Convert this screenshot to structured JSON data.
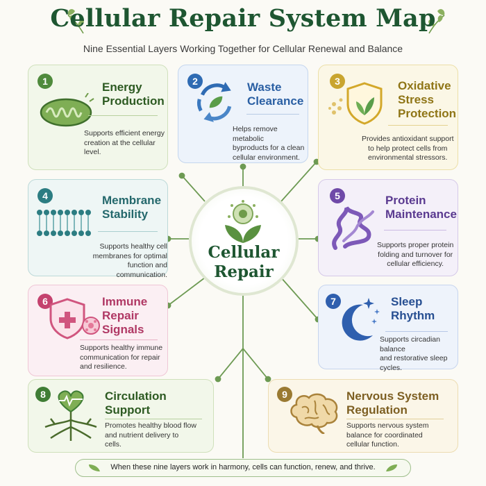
{
  "title": "Cellular Repair System Map",
  "subtitle": "Nine Essential Layers Working Together for Cellular Renewal and Balance",
  "center": {
    "line1": "Cellular",
    "line2": "Repair"
  },
  "footer": "When these nine layers work in harmony, cells can function, renew, and thrive.",
  "colors": {
    "title": "#1e5631",
    "connector": "#6d9a53"
  },
  "cards": [
    {
      "number": "1",
      "title": [
        "Energy",
        "Production"
      ],
      "desc": [
        "Supports efficient energy",
        "creation at the cellular",
        "level."
      ],
      "color": "#4f8a3c",
      "icon": "mitochondria-icon"
    },
    {
      "number": "2",
      "title": [
        "Waste",
        "Clearance"
      ],
      "desc": [
        "Helps remove metabolic",
        "byproducts for a clean",
        "cellular environment."
      ],
      "color": "#2f6bb3",
      "icon": "recycle-arrows-icon"
    },
    {
      "number": "3",
      "title": [
        "Oxidative",
        "Stress",
        "Protection"
      ],
      "desc": [
        "Provides antioxidant support",
        "to help protect cells from",
        "environmental stressors."
      ],
      "color": "#b79a26",
      "icon": "shield-leaf-icon"
    },
    {
      "number": "4",
      "title": [
        "Membrane",
        "Stability"
      ],
      "desc": [
        "Supports healthy cell",
        "membranes for optimal",
        "function and communication."
      ],
      "color": "#2c7d82",
      "icon": "membrane-bilayer-icon"
    },
    {
      "number": "5",
      "title": [
        "Protein",
        "Maintenance"
      ],
      "desc": [
        "Supports proper protein",
        "folding and turnover for",
        "cellular efficiency."
      ],
      "color": "#6f4aa8",
      "icon": "protein-helix-icon"
    },
    {
      "number": "6",
      "title": [
        "Immune",
        "Repair",
        "Signals"
      ],
      "desc": [
        "Supports healthy immune",
        "communication for repair",
        "and resilience."
      ],
      "color": "#c4426e",
      "icon": "shield-cross-icon"
    },
    {
      "number": "7",
      "title": [
        "Sleep",
        "Rhythm"
      ],
      "desc": [
        "Supports circadian balance",
        "and restorative sleep",
        "cycles."
      ],
      "color": "#2f5fae",
      "icon": "moon-stars-icon"
    },
    {
      "number": "8",
      "title": [
        "Circulation",
        "Support"
      ],
      "desc": [
        "Promotes healthy blood flow",
        "and nutrient delivery to",
        "cells."
      ],
      "color": "#3f7d35",
      "icon": "heart-vessels-icon"
    },
    {
      "number": "9",
      "title": [
        "Nervous System",
        "Regulation"
      ],
      "desc": [
        "Supports nervous system",
        "balance for coordinated",
        "cellular function."
      ],
      "color": "#8a6a2a",
      "icon": "brain-icon"
    }
  ]
}
